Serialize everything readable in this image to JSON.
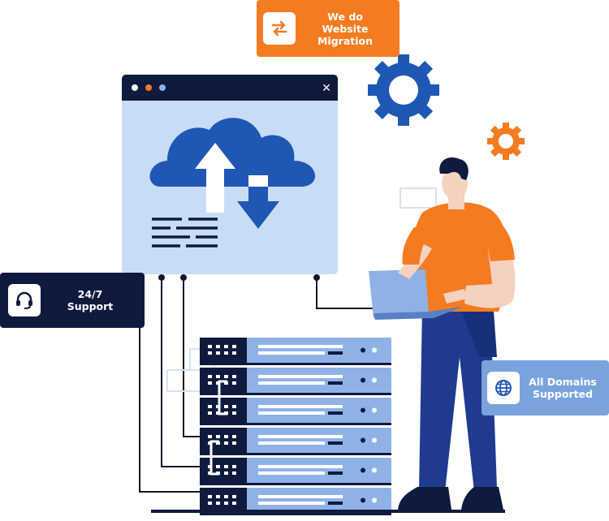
{
  "badges": {
    "migration": {
      "line1": "We do",
      "line2": "Website Migration",
      "icon": "arrows-swap-icon"
    },
    "support": {
      "line1": "24/7",
      "line2": "Support",
      "icon": "headset-icon"
    },
    "domains": {
      "line1": "All Domains",
      "line2": "Supported",
      "icon": "globe-icon"
    }
  },
  "window": {
    "close_glyph": "✕"
  },
  "colors": {
    "orange": "#f47b20",
    "navy": "#0f1a3f",
    "blue": "#1f57b5",
    "light_blue": "#c9dcf6",
    "server_blue": "#8fb2e6",
    "badge_blue": "#7aa3dd"
  }
}
